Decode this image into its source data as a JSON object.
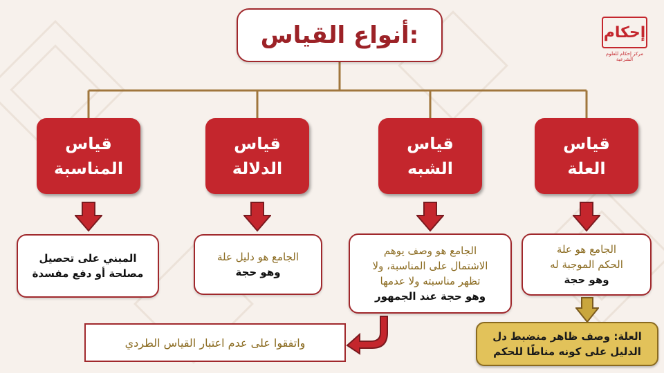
{
  "title": "أنواع القياس:",
  "logo": {
    "name": "إحكام",
    "subtitle": "مركز إحكام للعلوم الشرعية"
  },
  "categories": [
    {
      "line1": "قياس",
      "line2": "المناسبة"
    },
    {
      "line1": "قياس",
      "line2": "الدلالة"
    },
    {
      "line1": "قياس",
      "line2": "الشبه"
    },
    {
      "line1": "قياس",
      "line2": "العلة"
    }
  ],
  "descriptions": {
    "munasaba": {
      "line1": "المبني على تحصيل",
      "line2": "مصلحة أو دفع مفسدة"
    },
    "dalala": {
      "line1": "الجامع هو دليل علة",
      "line2": "وهو حجة"
    },
    "shabah": {
      "line1": "الجامع هو وصف يوهم",
      "line2": "الاشتمال على المناسبة، ولا",
      "line3": "تظهر مناسبته ولا عدمها",
      "line4": "وهو حجة عند الجمهور"
    },
    "illa": {
      "line1": "الجامع هو علة",
      "line2": "الحكم الموجبة له",
      "line3": "وهو حجة"
    }
  },
  "agreement": "واتفقوا على عدم اعتبار القياس الطردي",
  "illa_definition": {
    "line1": "العلة: وصف ظاهر منضبط دل",
    "line2": "الدليل على كونه مناطًا للحكم"
  },
  "colors": {
    "accent": "#c4262d",
    "gold": "#e2c25a",
    "connector": "#a0763d"
  }
}
